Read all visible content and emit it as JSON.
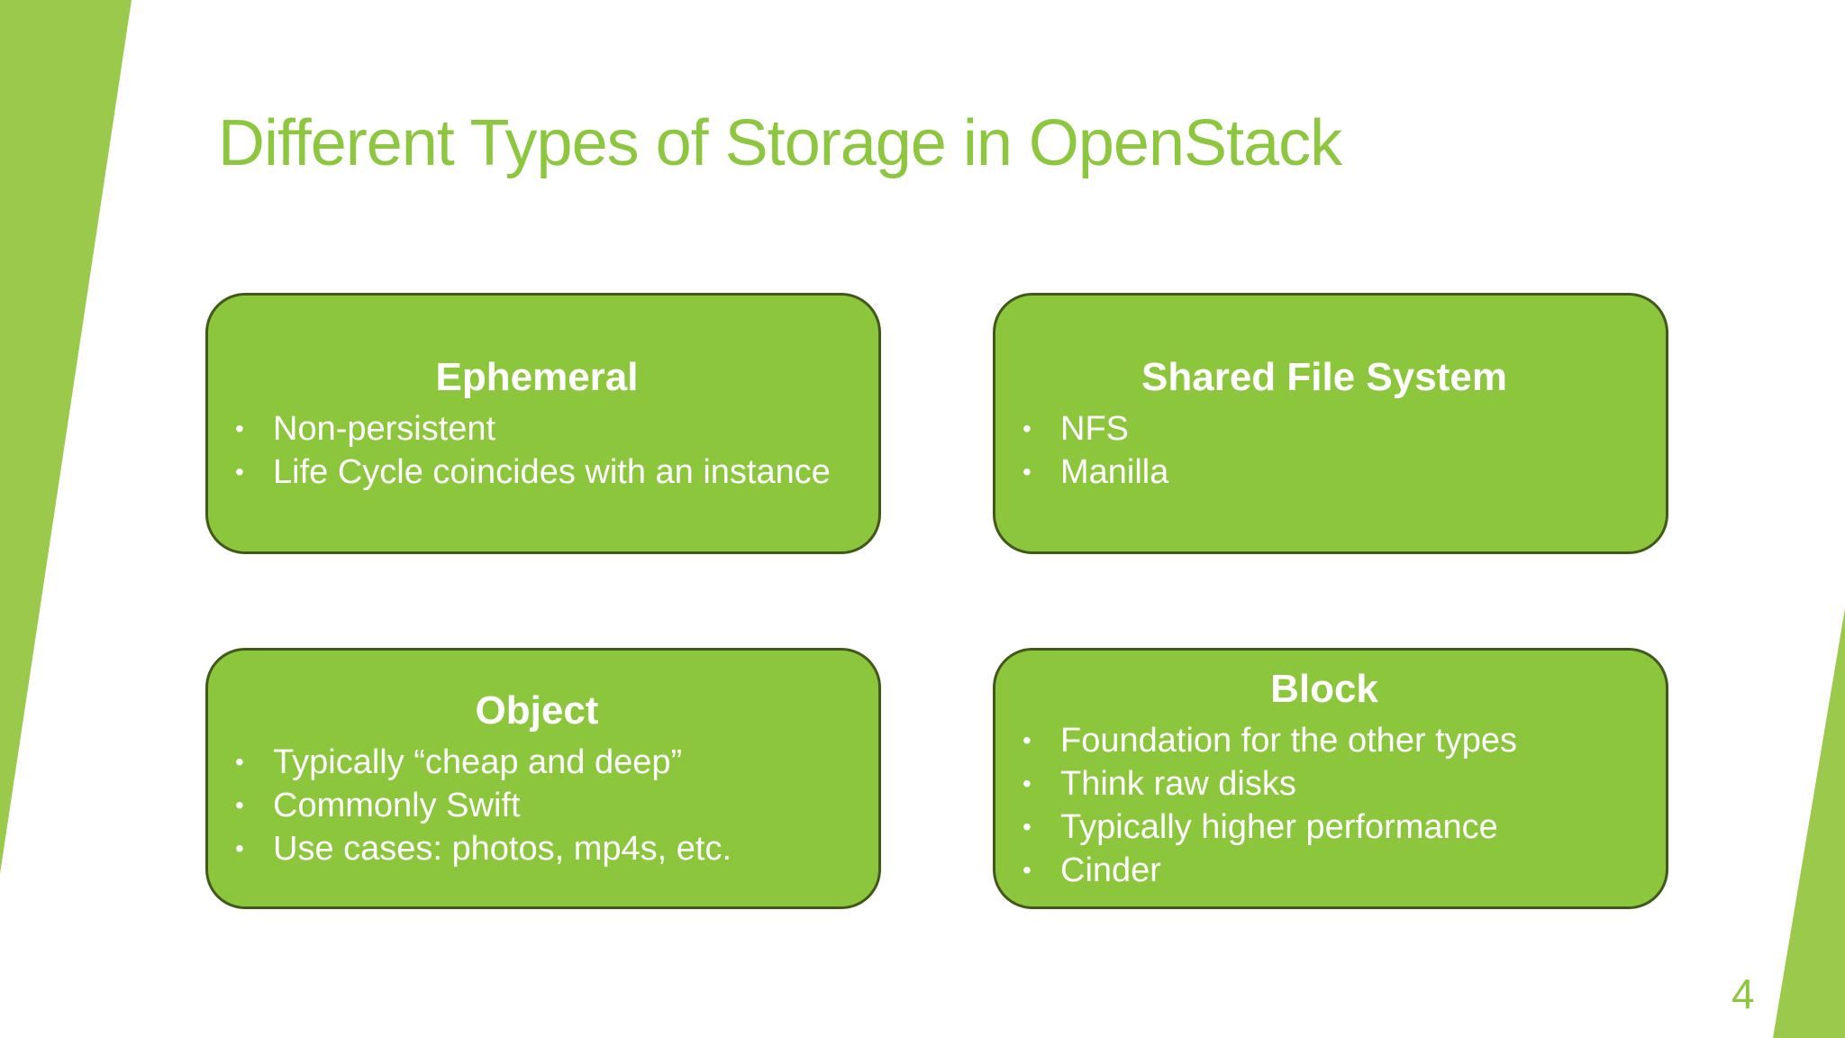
{
  "slide": {
    "title": "Different Types of Storage in OpenStack",
    "page_number": "4",
    "bullet_glyph": "•",
    "colors": {
      "title_green": "#8dc63f",
      "accent_shape": "#9bc94c",
      "box_fill": "#8cc63c",
      "box_border": "#42581a",
      "box_text": "#ffffff"
    },
    "boxes": [
      {
        "title": "Ephemeral",
        "bullets": [
          "Non-persistent",
          "Life Cycle coincides with an instance"
        ]
      },
      {
        "title": "Shared File System",
        "bullets": [
          "NFS",
          "Manilla"
        ]
      },
      {
        "title": "Object",
        "bullets": [
          "Typically “cheap and deep”",
          "Commonly Swift",
          "Use cases: photos, mp4s, etc."
        ]
      },
      {
        "title": "Block",
        "bullets": [
          "Foundation for the other types",
          "Think raw disks",
          "Typically higher performance",
          "Cinder"
        ]
      }
    ]
  }
}
